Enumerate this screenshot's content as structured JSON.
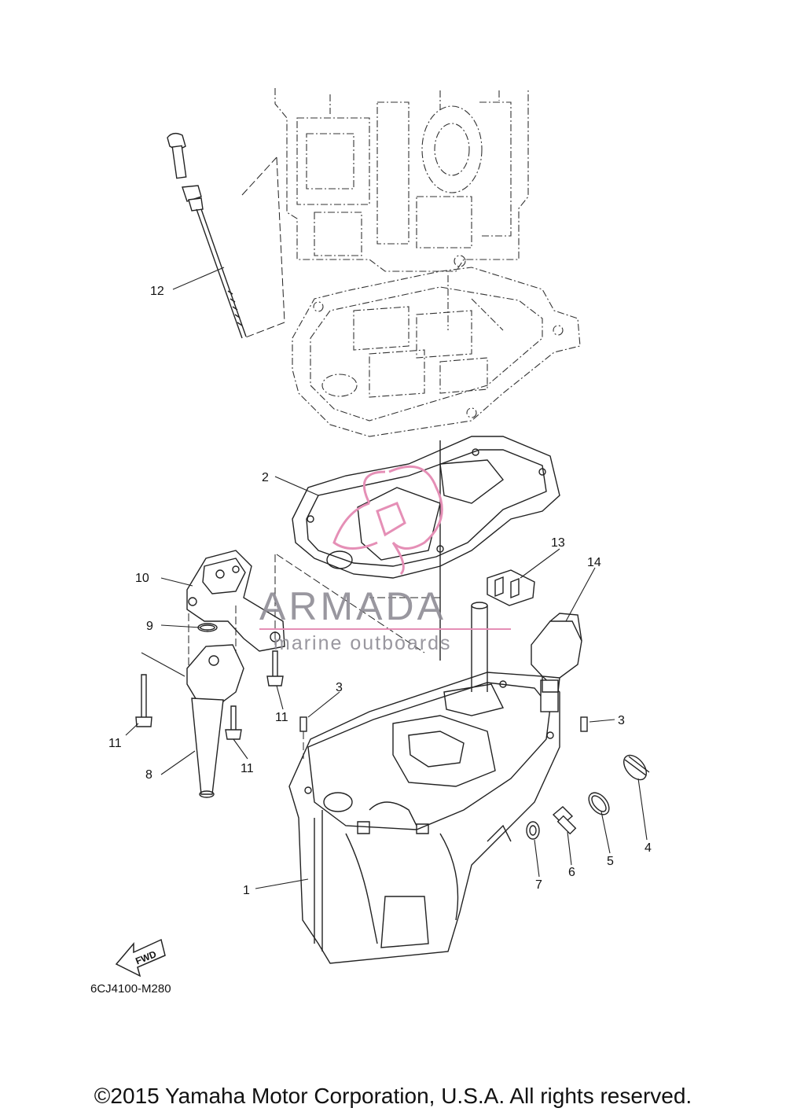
{
  "callouts": {
    "c1": "1",
    "c2": "2",
    "c3a": "3",
    "c3b": "3",
    "c4": "4",
    "c5": "5",
    "c6": "6",
    "c7": "7",
    "c8": "8",
    "c9": "9",
    "c10": "10",
    "c11a": "11",
    "c11b": "11",
    "c11c": "11",
    "c12": "12",
    "c13": "13",
    "c14": "14"
  },
  "diagram_code": "6CJ4100-M280",
  "fwd_arrow_label": "FWD",
  "watermark": {
    "title": "ARMADA",
    "subtitle": "marine outboards",
    "accent_color": "#e58fb6",
    "text_color": "#8f8c95"
  },
  "copyright": "©2015 Yamaha Motor Corporation, U.S.A. All rights reserved."
}
